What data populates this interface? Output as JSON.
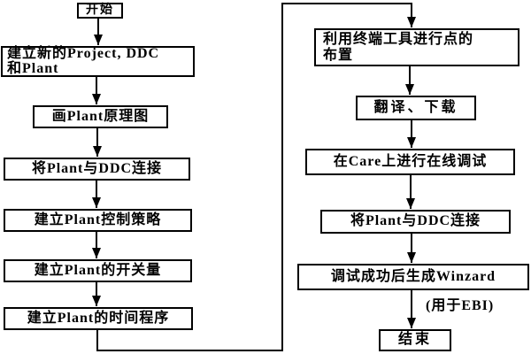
{
  "diagram": {
    "title": "Care/DDC engineering workflow flowchart",
    "background_color": "#ffffff",
    "line_color": "#000000",
    "text_color": "#000000"
  },
  "nodes": [
    {
      "id": "start",
      "lines": [
        "开始"
      ]
    },
    {
      "id": "create-project-ddc-plant",
      "lines": [
        "建立新的Project, DDC",
        "和Plant"
      ]
    },
    {
      "id": "draw-plant-schematic",
      "lines": [
        "画Plant原理图"
      ]
    },
    {
      "id": "connect-plant-ddc-1",
      "lines": [
        "将Plant与DDC连接"
      ]
    },
    {
      "id": "create-control-strategy",
      "lines": [
        "建立Plant控制策略"
      ]
    },
    {
      "id": "create-switch-points",
      "lines": [
        "建立Plant的开关量"
      ]
    },
    {
      "id": "create-time-program",
      "lines": [
        "建立Plant的时间程序"
      ]
    },
    {
      "id": "terminal-tool-point-layout",
      "lines": [
        "利用终端工具进行点的",
        "布置"
      ]
    },
    {
      "id": "translate-download",
      "lines": [
        "翻译、下载"
      ]
    },
    {
      "id": "online-debug-care",
      "lines": [
        "在Care上进行在线调试"
      ]
    },
    {
      "id": "connect-plant-ddc-2",
      "lines": [
        "将Plant与DDC连接"
      ]
    },
    {
      "id": "generate-winzard",
      "lines": [
        "调试成功后生成Winzard"
      ]
    },
    {
      "id": "end",
      "lines": [
        "结束"
      ]
    }
  ],
  "annotation": {
    "text": "(用于EBI)"
  },
  "edges": [
    {
      "from": "start",
      "to": "create-project-ddc-plant"
    },
    {
      "from": "create-project-ddc-plant",
      "to": "draw-plant-schematic"
    },
    {
      "from": "draw-plant-schematic",
      "to": "connect-plant-ddc-1"
    },
    {
      "from": "connect-plant-ddc-1",
      "to": "create-control-strategy"
    },
    {
      "from": "create-control-strategy",
      "to": "create-switch-points"
    },
    {
      "from": "create-switch-points",
      "to": "create-time-program"
    },
    {
      "from": "create-time-program",
      "to": "terminal-tool-point-layout",
      "route": "down-right-up-right-down"
    },
    {
      "from": "terminal-tool-point-layout",
      "to": "translate-download"
    },
    {
      "from": "translate-download",
      "to": "online-debug-care"
    },
    {
      "from": "online-debug-care",
      "to": "connect-plant-ddc-2"
    },
    {
      "from": "connect-plant-ddc-2",
      "to": "generate-winzard"
    },
    {
      "from": "generate-winzard",
      "to": "end"
    }
  ]
}
